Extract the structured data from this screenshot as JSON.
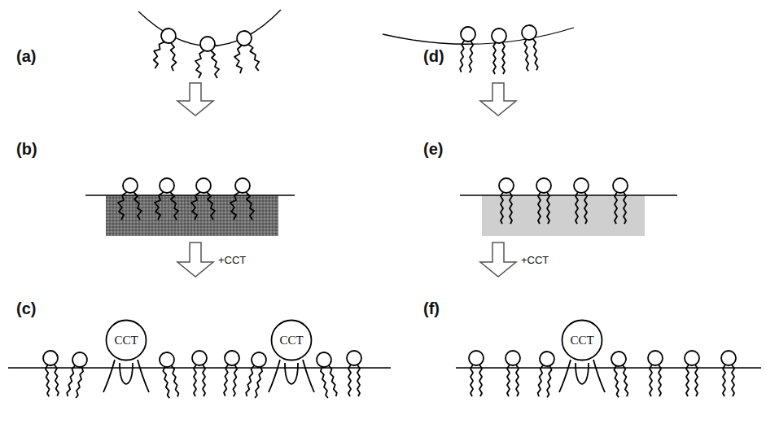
{
  "diagram": {
    "nodes": [
      {
        "text": [
          "CCT"
        ]
      },
      {
        "text": [
          "CCT"
        ]
      },
      {
        "text": [
          "CCT"
        ]
      }
    ],
    "labels": [
      "(a)",
      "(b)",
      "(c)",
      "(d)",
      "(e)",
      "(f)",
      "+CCT",
      "+CCT"
    ]
  }
}
